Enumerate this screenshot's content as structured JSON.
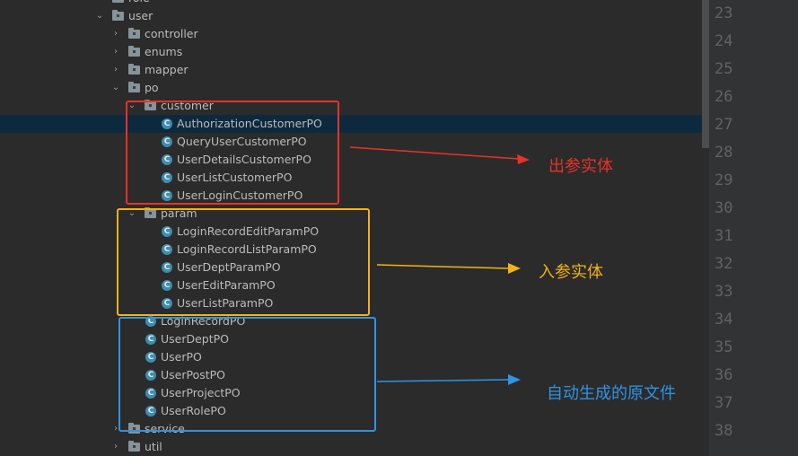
{
  "tree": [
    {
      "label": "role",
      "arrow": "›",
      "icon": "folder"
    },
    {
      "label": "user",
      "arrow": "⌄",
      "icon": "folder"
    },
    {
      "label": "controller",
      "arrow": "›",
      "icon": "folder"
    },
    {
      "label": "enums",
      "arrow": "›",
      "icon": "folder"
    },
    {
      "label": "mapper",
      "arrow": "›",
      "icon": "folder"
    },
    {
      "label": "po",
      "arrow": "⌄",
      "icon": "folder"
    },
    {
      "label": "customer",
      "arrow": "⌄",
      "icon": "folder"
    },
    {
      "label": "AuthorizationCustomerPO",
      "icon": "class"
    },
    {
      "label": "QueryUserCustomerPO",
      "icon": "class"
    },
    {
      "label": "UserDetailsCustomerPO",
      "icon": "class"
    },
    {
      "label": "UserListCustomerPO",
      "icon": "class"
    },
    {
      "label": "UserLoginCustomerPO",
      "icon": "class"
    },
    {
      "label": "param",
      "arrow": "⌄",
      "icon": "folder"
    },
    {
      "label": "LoginRecordEditParamPO",
      "icon": "class"
    },
    {
      "label": "LoginRecordListParamPO",
      "icon": "class"
    },
    {
      "label": "UserDeptParamPO",
      "icon": "class"
    },
    {
      "label": "UserEditParamPO",
      "icon": "class"
    },
    {
      "label": "UserListParamPO",
      "icon": "class"
    },
    {
      "label": "LoginRecordPO",
      "icon": "class"
    },
    {
      "label": "UserDeptPO",
      "icon": "class"
    },
    {
      "label": "UserPO",
      "icon": "class"
    },
    {
      "label": "UserPostPO",
      "icon": "class"
    },
    {
      "label": "UserProjectPO",
      "icon": "class"
    },
    {
      "label": "UserRolePO",
      "icon": "class"
    },
    {
      "label": "service",
      "arrow": "›",
      "icon": "folder"
    },
    {
      "label": "util",
      "arrow": "›",
      "icon": "folder"
    }
  ],
  "class_icon_letter": "C",
  "line_numbers": [
    "23",
    "24",
    "25",
    "26",
    "27",
    "28",
    "29",
    "30",
    "31",
    "32",
    "33",
    "34",
    "35",
    "36",
    "37",
    "38"
  ],
  "annotations": [
    {
      "text": "出参实体",
      "color": "#e8322a"
    },
    {
      "text": "入参实体",
      "color": "#f2b21b"
    },
    {
      "text": "自动生成的原文件",
      "color": "#2f93e6"
    }
  ],
  "colors": {
    "background": "#2b2b2b",
    "selection": "#0d293e",
    "red": "#e8322a",
    "yellow": "#f2b21b",
    "blue": "#2f93e6"
  }
}
